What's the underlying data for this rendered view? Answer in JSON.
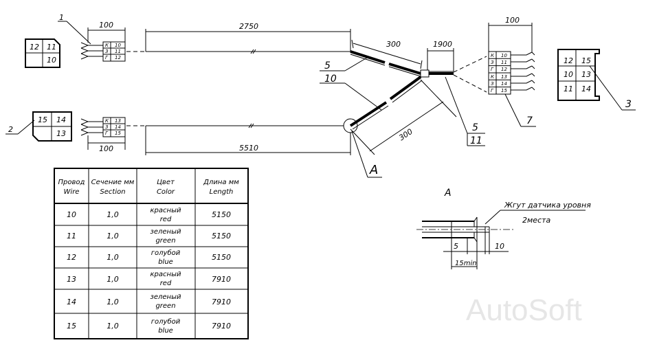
{
  "dims": {
    "top_connector_width": "100",
    "top_wire_length": "2750",
    "branch_upper": "300",
    "branch_end": "1900",
    "right_connector_width": "100",
    "bottom_wire_length": "5510",
    "bottom_connector_width": "100",
    "branch_lower": "300"
  },
  "callouts": {
    "c1": "1",
    "c2": "2",
    "c3": "3",
    "c5a": "5",
    "c10": "10",
    "c5b": "5",
    "c11": "11",
    "c7": "7",
    "view_a": "A"
  },
  "plug_top_left": {
    "pins": [
      "12",
      "11",
      "10"
    ]
  },
  "plug_bottom_left": {
    "pins": [
      "15",
      "14",
      "13"
    ]
  },
  "plug_right": {
    "pins": [
      "12",
      "15",
      "10",
      "13",
      "11",
      "14"
    ]
  },
  "terminal_top": {
    "rows": [
      [
        "К",
        "10"
      ],
      [
        "З",
        "11"
      ],
      [
        "Г",
        "12"
      ]
    ]
  },
  "terminal_bottom": {
    "rows": [
      [
        "К",
        "13"
      ],
      [
        "З",
        "14"
      ],
      [
        "Г",
        "15"
      ]
    ]
  },
  "terminal_right": {
    "rows": [
      [
        "К",
        "10"
      ],
      [
        "З",
        "11"
      ],
      [
        "Г",
        "12"
      ],
      [
        "К",
        "13"
      ],
      [
        "З",
        "14"
      ],
      [
        "Г",
        "15"
      ]
    ]
  },
  "table": {
    "headers": [
      [
        "Провод",
        "Wire"
      ],
      [
        "Сечение мм",
        "Section"
      ],
      [
        "Цвет",
        "Color"
      ],
      [
        "Длина мм",
        "Length"
      ]
    ],
    "rows": [
      {
        "wire": "10",
        "section": "1,0",
        "color_ru": "красный",
        "color_en": "red",
        "length": "5150"
      },
      {
        "wire": "11",
        "section": "1,0",
        "color_ru": "зеленый",
        "color_en": "green",
        "length": "5150"
      },
      {
        "wire": "12",
        "section": "1,0",
        "color_ru": "голубой",
        "color_en": "blue",
        "length": "5150"
      },
      {
        "wire": "13",
        "section": "1,0",
        "color_ru": "красный",
        "color_en": "red",
        "length": "7910"
      },
      {
        "wire": "14",
        "section": "1,0",
        "color_ru": "зеленый",
        "color_en": "green",
        "length": "7910"
      },
      {
        "wire": "15",
        "section": "1,0",
        "color_ru": "голубой",
        "color_en": "blue",
        "length": "7910"
      }
    ]
  },
  "detail_a": {
    "title": "A",
    "harness_label": "Жгут датчика уровня",
    "places": "2места",
    "dim_5": "5",
    "dim_10": "10",
    "dim_15min": "15min"
  },
  "watermark": "AutoSoft"
}
